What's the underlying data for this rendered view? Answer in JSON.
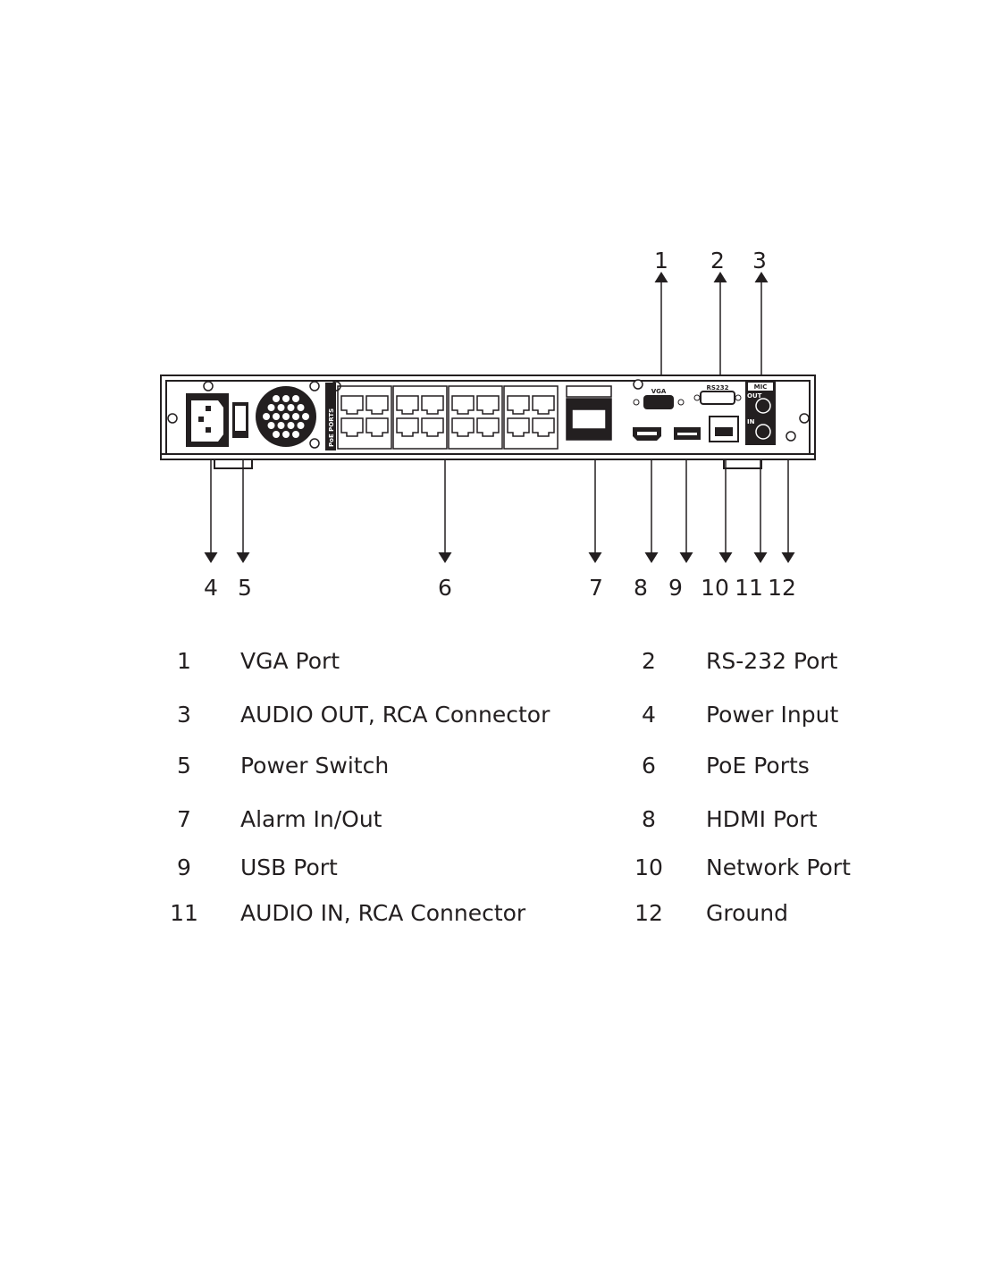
{
  "device_labels": {
    "vga": "VGA",
    "rs232": "RS232",
    "audio": "MIC",
    "poe": "PoE PORTS",
    "audio_out": "OUT",
    "audio_in": "IN"
  },
  "callouts": [
    "1",
    "2",
    "3",
    "4",
    "5",
    "6",
    "7",
    "8",
    "9",
    "10",
    "11",
    "12"
  ],
  "legend": [
    {
      "num": "1",
      "label": "VGA Port"
    },
    {
      "num": "2",
      "label": "RS-232 Port"
    },
    {
      "num": "3",
      "label": "AUDIO OUT, RCA Connector"
    },
    {
      "num": "4",
      "label": "Power Input"
    },
    {
      "num": "5",
      "label": "Power Switch"
    },
    {
      "num": "6",
      "label": "PoE Ports"
    },
    {
      "num": "7",
      "label": "Alarm In/Out"
    },
    {
      "num": "8",
      "label": "HDMI Port"
    },
    {
      "num": "9",
      "label": "USB Port"
    },
    {
      "num": "10",
      "label": "Network Port"
    },
    {
      "num": "11",
      "label": "AUDIO IN, RCA Connector"
    },
    {
      "num": "12",
      "label": "Ground"
    }
  ]
}
